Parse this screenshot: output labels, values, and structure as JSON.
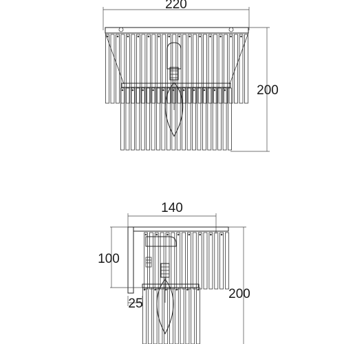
{
  "front_view": {
    "width_label": "220",
    "height_label": "200"
  },
  "side_view": {
    "depth_label": "140",
    "bracket_height_label": "100",
    "offset_label": "25",
    "height_label": "200"
  }
}
